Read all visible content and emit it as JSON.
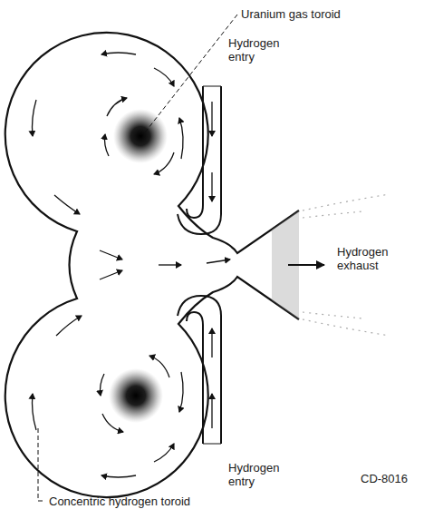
{
  "diagram": {
    "labels": [
      "Uranium gas toroid",
      "Hydrogen entry",
      "Hydrogen entry",
      "Hydrogen exhaust",
      "Concentric hydrogen toroid",
      "CD-8016"
    ]
  }
}
